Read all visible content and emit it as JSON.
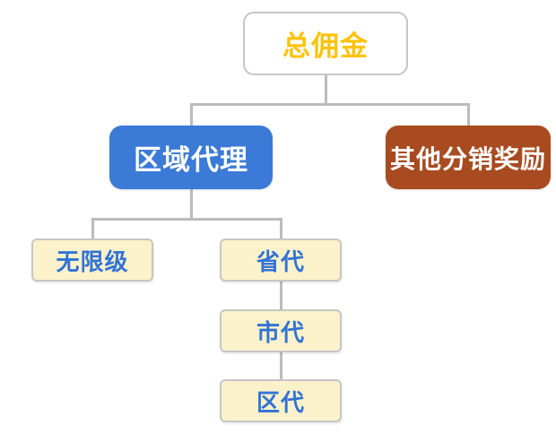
{
  "diagram": {
    "type": "tree",
    "nodes": {
      "root": {
        "label": "总佣金"
      },
      "regional_agency": {
        "label": "区域代理"
      },
      "other_rewards": {
        "label": "其他分销奖励"
      },
      "unlimited_level": {
        "label": "无限级"
      },
      "provincial_agent": {
        "label": "省代"
      },
      "city_agent": {
        "label": "市代"
      },
      "district_agent": {
        "label": "区代"
      }
    },
    "edges": [
      [
        "root",
        "regional_agency"
      ],
      [
        "root",
        "other_rewards"
      ],
      [
        "regional_agency",
        "unlimited_level"
      ],
      [
        "regional_agency",
        "provincial_agent"
      ],
      [
        "provincial_agent",
        "city_agent"
      ],
      [
        "city_agent",
        "district_agent"
      ]
    ]
  },
  "colors": {
    "gold": "#FFC30B",
    "blue": "#3B7AD6",
    "brown": "#A84B20",
    "leaf_bg": "#FBF2CB",
    "leaf_text": "#3273D4",
    "node_border": "#C6C6C6",
    "connector": "#BBBBBB",
    "bg": "#FFFFFF"
  }
}
